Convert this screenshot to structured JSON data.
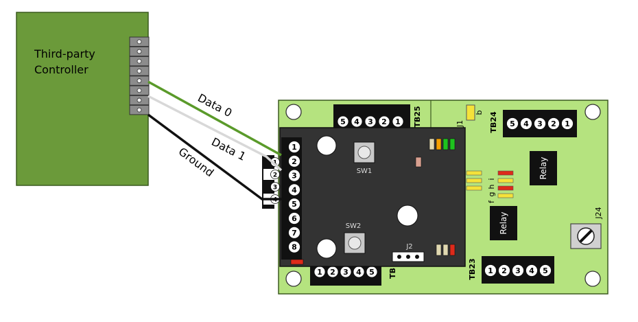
{
  "controller": {
    "label_line1": "Third-party",
    "label_line2": "Controller",
    "fill": "#6b9a3a",
    "terminal_count": 8
  },
  "wires": [
    {
      "label": "Data 0",
      "color": "#5a9a2a"
    },
    {
      "label": "Data 1",
      "color": "#d8d8d8"
    },
    {
      "label": "Ground",
      "color": "#111111"
    }
  ],
  "main_board": {
    "fill": "#b5e37f",
    "tb25": {
      "label": "TB25",
      "pins": [
        "5",
        "4",
        "3",
        "2",
        "1"
      ]
    },
    "tb24": {
      "label": "TB24",
      "pins": [
        "5",
        "4",
        "3",
        "2",
        "1"
      ]
    },
    "tb23": {
      "label": "TB23",
      "pins": [
        "1",
        "2",
        "3",
        "4",
        "5"
      ]
    },
    "tb_bottom_left": {
      "label": "TB",
      "pins": [
        "1",
        "2",
        "3",
        "4",
        "5"
      ]
    },
    "left_connector_pins": [
      "1",
      "2",
      "3",
      "4"
    ],
    "j1": {
      "label": "J1",
      "letter": "b"
    },
    "j24": {
      "label": "J24"
    },
    "relay_top": "Relay",
    "relay_bottom": "Relay",
    "jumper_letters": [
      "f",
      "g",
      "h",
      "i"
    ]
  },
  "daughter_board": {
    "fill": "#333333",
    "terminal_pins": [
      "1",
      "2",
      "3",
      "4",
      "5",
      "6",
      "7",
      "8"
    ],
    "sw1": "SW1",
    "sw2": "SW2",
    "j2": "J2"
  }
}
